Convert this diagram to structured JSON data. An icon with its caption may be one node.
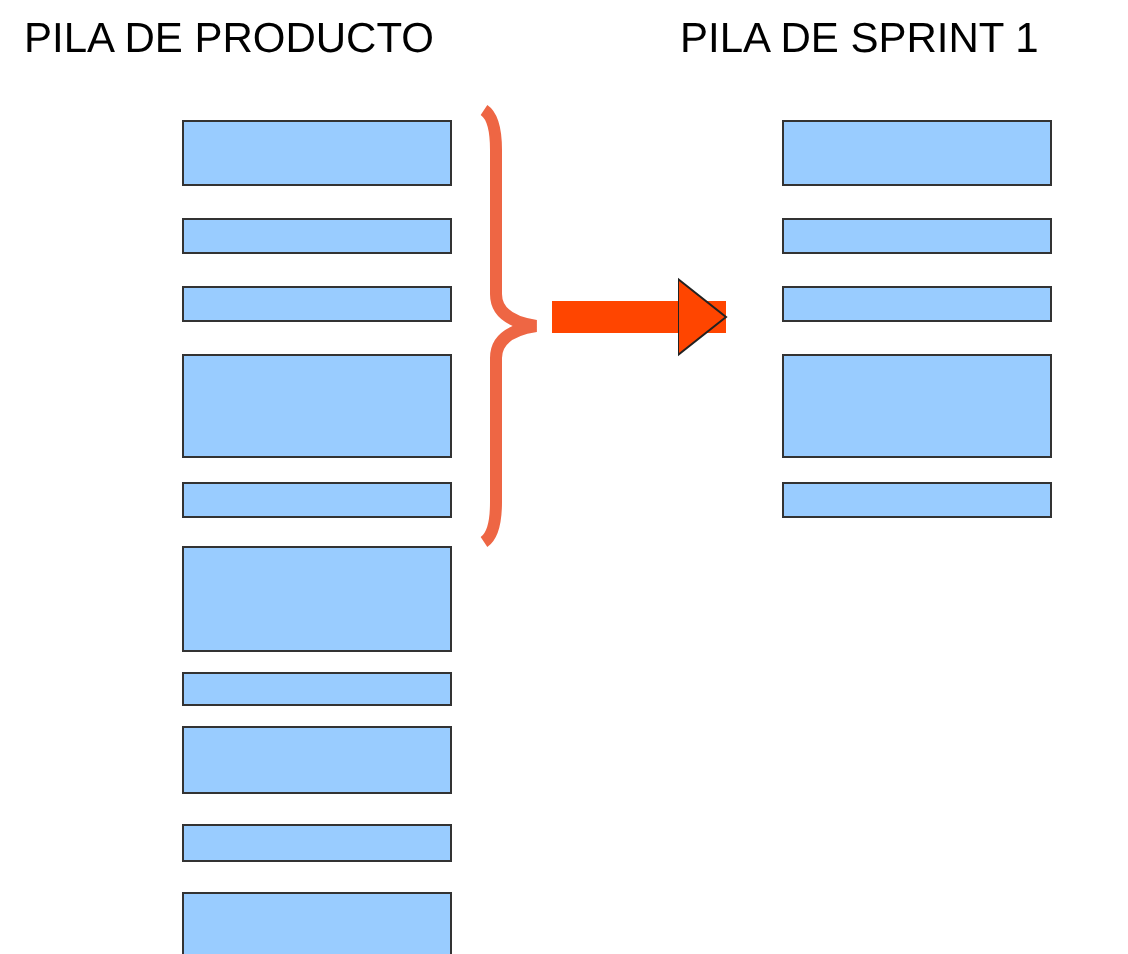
{
  "diagram": {
    "nodes": [
      {
        "text": [],
        "shape": "bar"
      },
      {
        "text": [],
        "shape": "bar"
      },
      {
        "text": [],
        "shape": "bar"
      },
      {
        "text": [],
        "shape": "bar"
      },
      {
        "text": [],
        "shape": "bar"
      },
      {
        "text": [],
        "shape": "bar"
      },
      {
        "text": [],
        "shape": "bar"
      },
      {
        "text": [],
        "shape": "bar"
      },
      {
        "text": [],
        "shape": "bar"
      },
      {
        "text": [],
        "shape": "bar"
      },
      {
        "text": [],
        "shape": "brace"
      },
      {
        "text": [],
        "shape": "bar"
      },
      {
        "text": [],
        "shape": "bar"
      },
      {
        "text": [],
        "shape": "bar"
      },
      {
        "text": [],
        "shape": "bar"
      },
      {
        "text": [],
        "shape": "bar"
      }
    ],
    "edges": [
      {
        "from": 10,
        "to": 13,
        "arrow": "to"
      }
    ],
    "labels": [
      "PILA DE PRODUCTO",
      "PILA DE SPRINT 1"
    ]
  }
}
